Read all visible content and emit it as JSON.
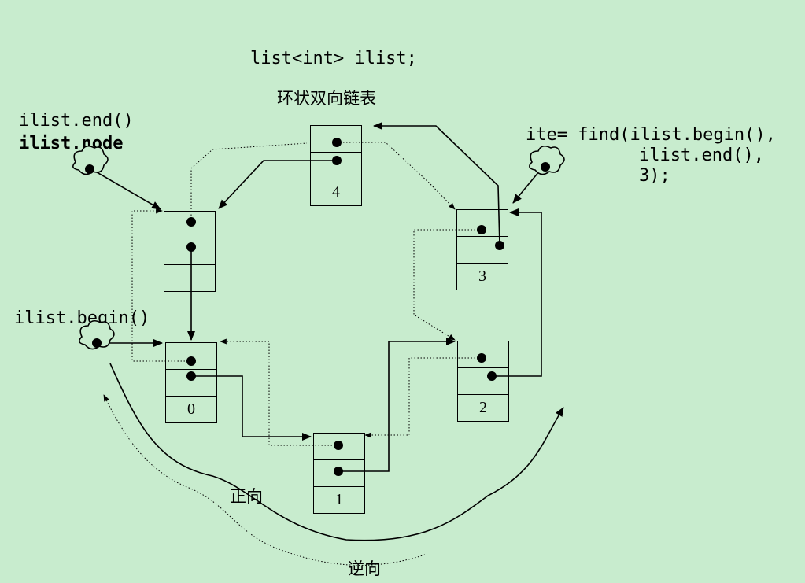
{
  "code": {
    "declaration": "list<int> ilist;",
    "find_line1": "ite= find(ilist.begin(),",
    "find_line2": "ilist.end(),",
    "find_line3": "3);"
  },
  "caption": "环状双向链表",
  "labels": {
    "end": "ilist.end()",
    "node": "ilist.node",
    "begin": "ilist.begin()",
    "forward": "正向",
    "backward": "逆向"
  },
  "nodes": [
    {
      "id": "node-blank",
      "value": ""
    },
    {
      "id": "node-0",
      "value": "0"
    },
    {
      "id": "node-1",
      "value": "1"
    },
    {
      "id": "node-2",
      "value": "2"
    },
    {
      "id": "node-3",
      "value": "3"
    },
    {
      "id": "node-4",
      "value": "4"
    }
  ]
}
